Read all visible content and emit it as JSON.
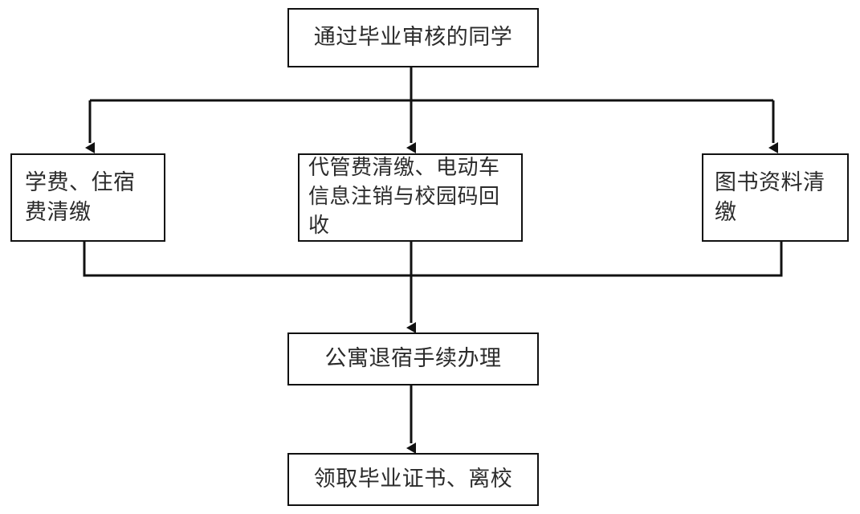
{
  "diagram": {
    "type": "flowchart",
    "orientation": "top-to-bottom",
    "background_color": "#ffffff",
    "line_color": "#111111",
    "text_color": "#2b2b2b",
    "nodes": {
      "start": {
        "label": "通过毕业审核的同学"
      },
      "tuition": {
        "label": "学费、住宿费清缴"
      },
      "custody": {
        "label": "代管费清缴、电动车信息注销与校园码回收"
      },
      "library": {
        "label": "图书资料清缴"
      },
      "dorm": {
        "label": "公寓退宿手续办理"
      },
      "diploma": {
        "label": "领取毕业证书、离校"
      }
    },
    "edges": [
      {
        "from": "start",
        "to": "tuition",
        "style": "orthogonal-split-arrow"
      },
      {
        "from": "start",
        "to": "custody",
        "style": "straight-arrow"
      },
      {
        "from": "start",
        "to": "library",
        "style": "orthogonal-split-arrow"
      },
      {
        "from": "tuition",
        "to": "dorm",
        "style": "orthogonal-merge"
      },
      {
        "from": "custody",
        "to": "dorm",
        "style": "straight-arrow"
      },
      {
        "from": "library",
        "to": "dorm",
        "style": "orthogonal-merge"
      },
      {
        "from": "dorm",
        "to": "diploma",
        "style": "straight-arrow"
      }
    ]
  }
}
